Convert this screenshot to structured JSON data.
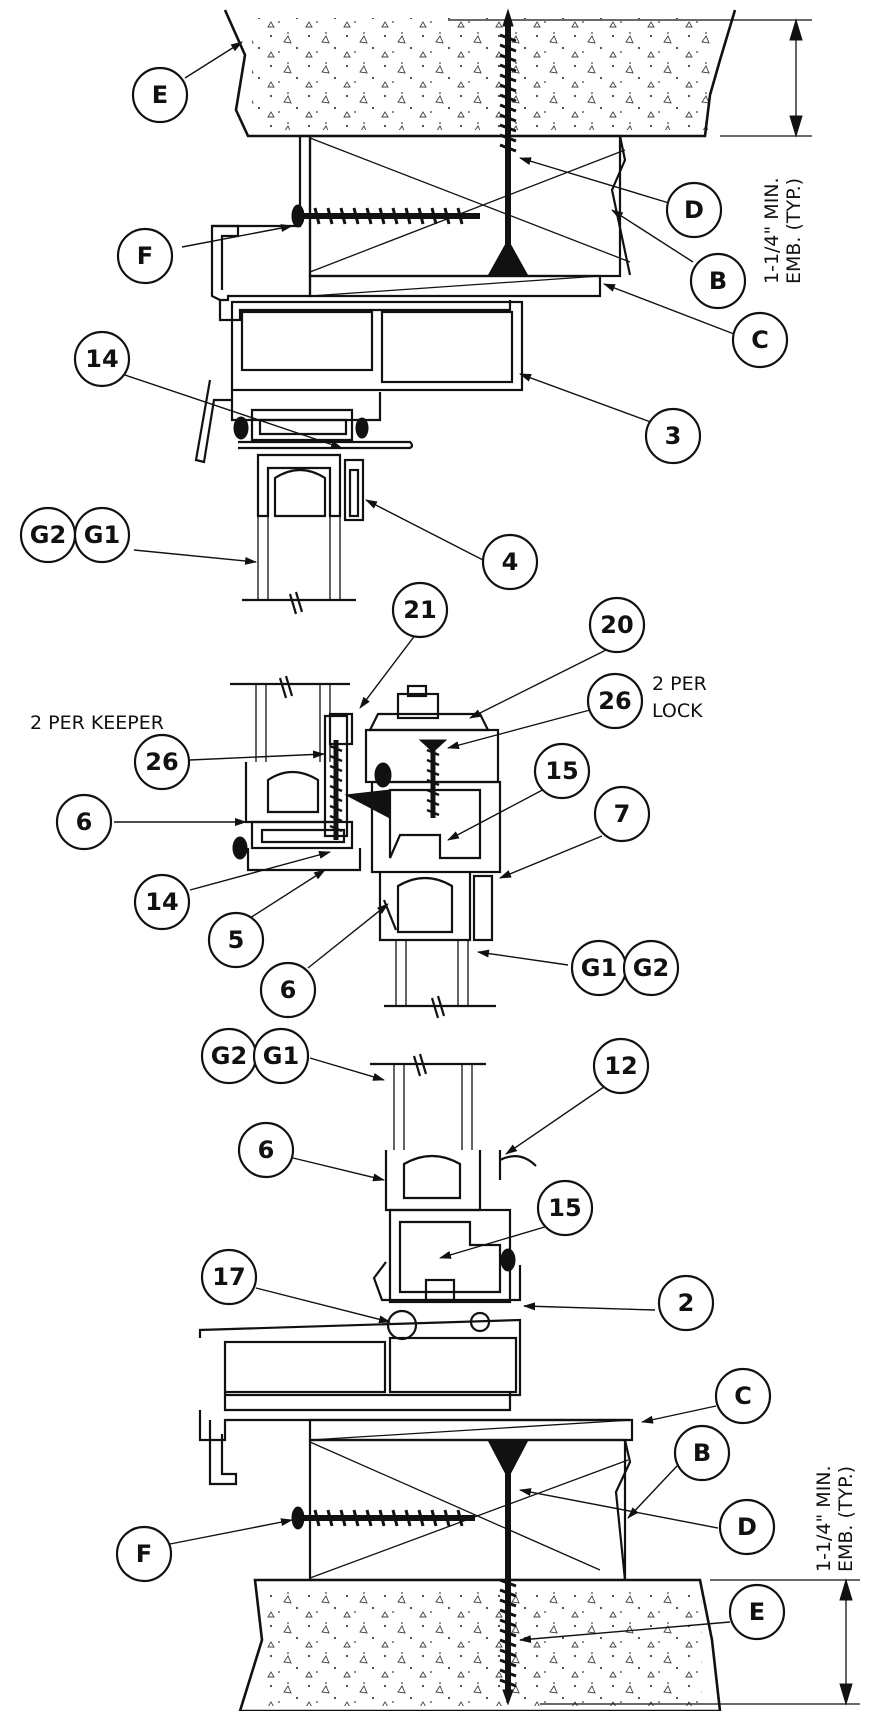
{
  "callouts": {
    "top_E": "E",
    "top_D": "D",
    "top_F": "F",
    "top_B": "B",
    "top_C": "C",
    "top_3": "3",
    "top_14": "14",
    "top_4": "4",
    "top_G2": "G2",
    "top_G1": "G1",
    "mid_21": "21",
    "mid_20": "20",
    "mid_26_left": "26",
    "mid_26_right": "26",
    "mid_15": "15",
    "mid_7": "7",
    "mid_6_left": "6",
    "mid_14": "14",
    "mid_5": "5",
    "mid_6_bottom": "6",
    "mid_G1": "G1",
    "mid_G2": "G2",
    "bot_G2": "G2",
    "bot_G1": "G1",
    "bot_12": "12",
    "bot_6": "6",
    "bot_15": "15",
    "bot_17": "17",
    "bot_2": "2",
    "bot_C": "C",
    "bot_B": "B",
    "bot_F": "F",
    "bot_D": "D",
    "bot_E": "E"
  },
  "notes": {
    "per_keeper": "2 PER KEEPER",
    "per_lock_1": "2 PER",
    "per_lock_2": "LOCK",
    "emb_top_1": "1-1/4\" MIN.",
    "emb_top_2": "EMB. (TYP.)",
    "emb_bot_1": "1-1/4\" MIN.",
    "emb_bot_2": "EMB. (TYP.)"
  }
}
